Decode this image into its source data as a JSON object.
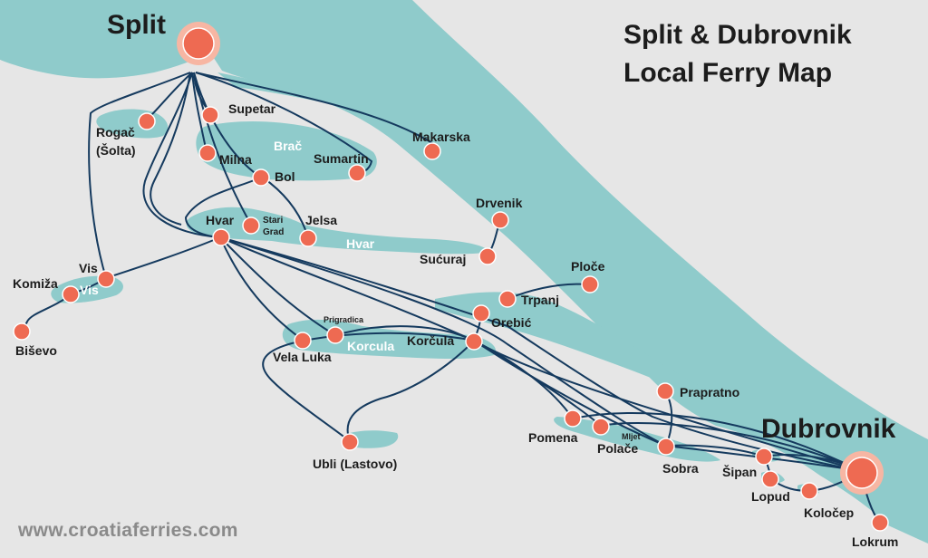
{
  "title": {
    "line1": "Split & Dubrovnik",
    "line2": "Local Ferry Map"
  },
  "footer": "www.croatiaferries.com",
  "colors": {
    "land": "#8fcbcb",
    "sea": "#e6e6e6",
    "route": "#153a5e",
    "port": "#ee6a52",
    "hub": "#f7b6a3",
    "text": "#1c1c1c",
    "island_label": "#ffffff"
  },
  "ports": {
    "split": "Split",
    "dubrovnik": "Dubrovnik",
    "rogac_line1": "Rogač",
    "rogac_line2": "(Šolta)",
    "supetar": "Supetar",
    "milna": "Milna",
    "sumartin": "Sumartin",
    "bol": "Bol",
    "makarska": "Makarska",
    "drvenik": "Drvenik",
    "sucuraj": "Sućuraj",
    "hvar": "Hvar",
    "stari_grad_line1": "Stari",
    "stari_grad_line2": "Grad",
    "jelsa": "Jelsa",
    "vis": "Vis",
    "komiza": "Komiža",
    "bisevo": "Biševo",
    "ploce": "Ploče",
    "trpanj": "Trpanj",
    "orebic": "Orebić",
    "prigradica": "Prigradica",
    "vela_luka": "Vela Luka",
    "korcula": "Korčula",
    "ubli": "Ubli (Lastovo)",
    "prapratno": "Prapratno",
    "pomena": "Pomena",
    "polace": "Polače",
    "sobra": "Sobra",
    "sipan": "Šipan",
    "lopud": "Lopud",
    "kolocep": "Koločep",
    "lokrum": "Lokrum"
  },
  "islands": {
    "brac": "Brač",
    "hvar": "Hvar",
    "vis": "Vis",
    "korcula": "Korcula",
    "mljet": "Mljet"
  }
}
